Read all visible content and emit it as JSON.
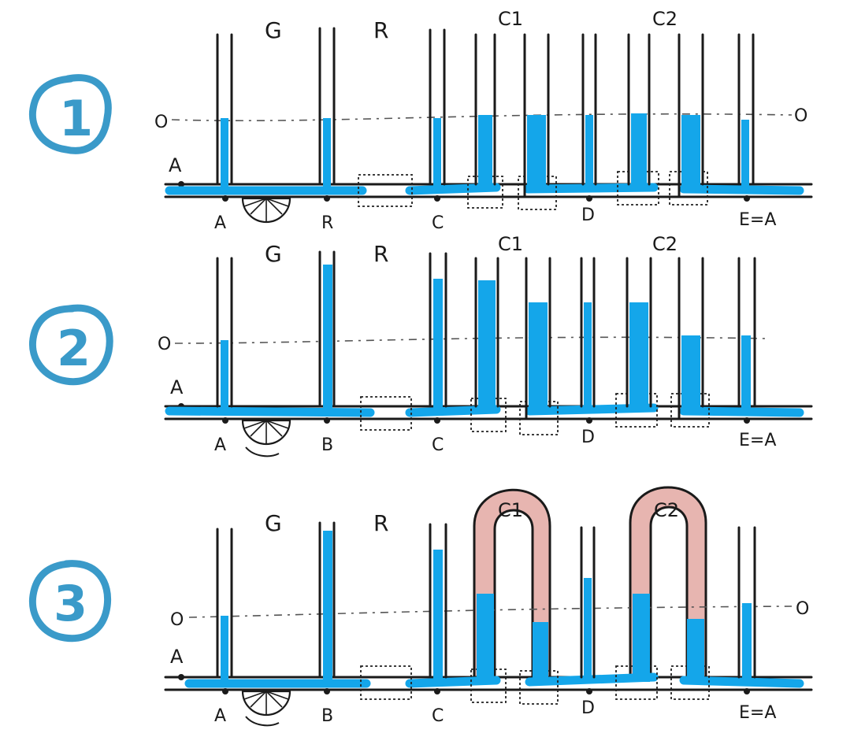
{
  "panels": [
    {
      "number": "1",
      "label_top": {
        "G": "G",
        "R": "R",
        "C1": "C1",
        "C2": "C2"
      },
      "label_bottom": {
        "A": "A",
        "B": "R",
        "C": "C",
        "D": "D",
        "E": "E=A"
      },
      "label_A": "A",
      "zero_left": "O",
      "zero_right": "O"
    },
    {
      "number": "2",
      "label_top": {
        "G": "G",
        "R": "R",
        "C1": "C1",
        "C2": "C2"
      },
      "label_bottom": {
        "A": "A",
        "B": "B",
        "C": "C",
        "D": "D",
        "E": "E=A"
      },
      "label_A": "A",
      "zero_left": "O",
      "zero_right": ""
    },
    {
      "number": "3",
      "label_top": {
        "G": "G",
        "R": "R",
        "C1": "C1",
        "C2": "C2"
      },
      "label_bottom": {
        "A": "A",
        "B": "B",
        "C": "C",
        "D": "D",
        "E": "E=A"
      },
      "label_A": "A",
      "zero_left": "O",
      "zero_right": "O"
    }
  ],
  "colors": {
    "water": "#14a6ea",
    "badge": "#3a9ac9",
    "cap": "#e7b5b0"
  }
}
